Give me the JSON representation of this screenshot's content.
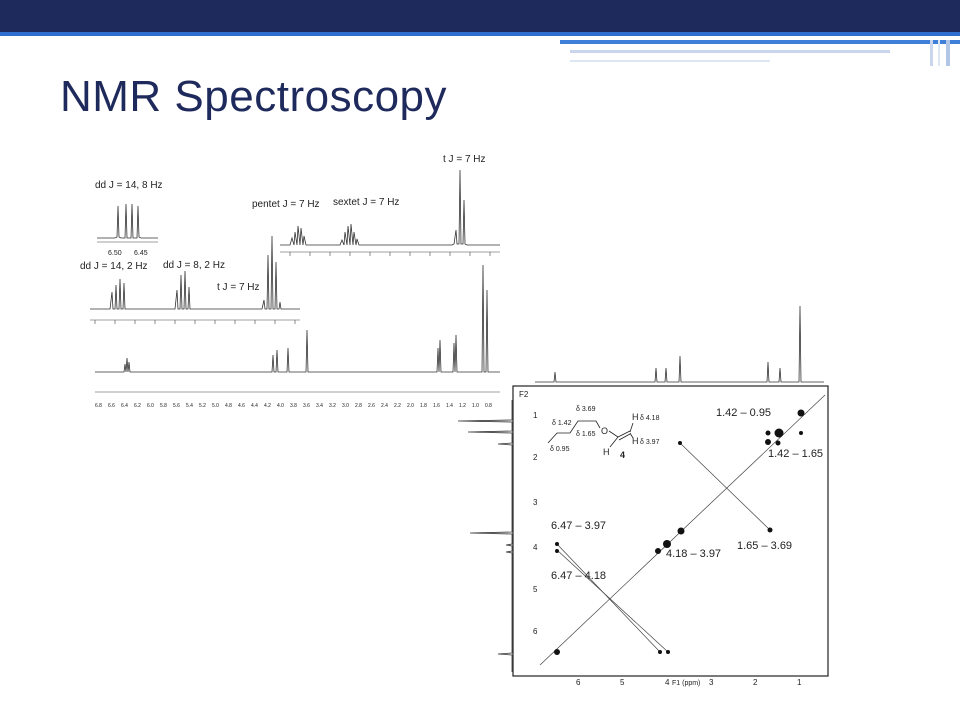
{
  "slide": {
    "title": "NMR Spectroscopy",
    "title_color": "#1f2a5c",
    "header_color": "#1f2a5c",
    "accent_color": "#2f6fcf"
  },
  "spectrum_1d": {
    "inset_top": {
      "label": "dd J = 14, 8 Hz",
      "ticks": [
        "6.50",
        "6.45"
      ]
    },
    "expansion_upper": {
      "labels": [
        "pentet J = 7 Hz",
        "sextet J = 7 Hz",
        "t J = 7 Hz"
      ]
    },
    "expansion_lower": {
      "labels": [
        "dd J = 14, 2 Hz",
        "dd J = 8, 2 Hz",
        "t J = 7 Hz"
      ]
    },
    "axis_ticks": [
      "6.8",
      "6.6",
      "6.4",
      "6.2",
      "6.0",
      "5.8",
      "5.6",
      "5.4",
      "5.2",
      "5.0",
      "4.8",
      "4.6",
      "4.4",
      "4.2",
      "4.0",
      "3.8",
      "3.6",
      "3.4",
      "3.2",
      "3.0",
      "2.8",
      "2.6",
      "2.4",
      "2.2",
      "2.0",
      "1.8",
      "1.6",
      "1.4",
      "1.2",
      "1.0",
      "0.8"
    ]
  },
  "cosy": {
    "f2_label": "F2",
    "f1_label": "F1 (ppm)",
    "x_ticks": [
      "6",
      "5",
      "4",
      "3",
      "2",
      "1"
    ],
    "y_ticks": [
      "1",
      "2",
      "3",
      "4",
      "5",
      "6"
    ],
    "structure": {
      "compound": "4",
      "shifts": [
        "δ 3.69",
        "δ 1.42",
        "δ 1.65",
        "δ 0.95",
        "δ 4.18",
        "δ 3.97"
      ],
      "atoms": [
        "O",
        "H",
        "H",
        "H"
      ]
    },
    "correlations": [
      "1.42 – 0.95",
      "1.42 – 1.65",
      "1.65 – 3.69",
      "6.47 – 3.97",
      "4.18 – 3.97",
      "6.47 – 4.18"
    ]
  }
}
